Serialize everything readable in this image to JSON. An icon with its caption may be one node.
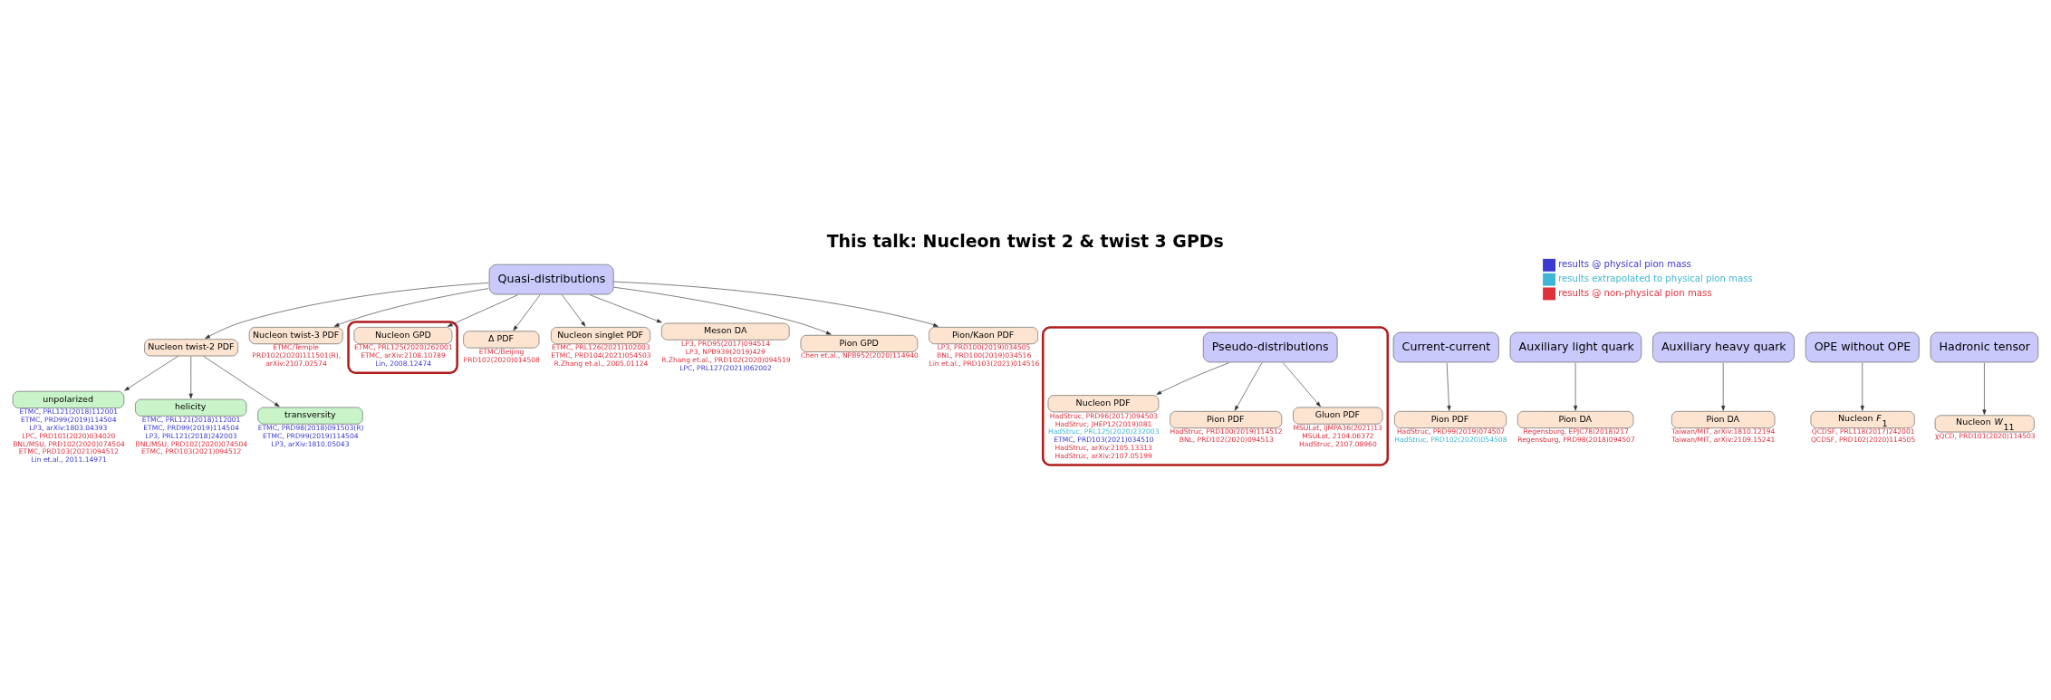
{
  "diagram": {
    "title": "This talk: Nucleon twist 2 & twist 3 GPDs",
    "nodes": [
      {
        "text": [
          "Quasi-distributions"
        ]
      },
      {
        "text": [
          "Nucleon twist-2 PDF"
        ]
      },
      {
        "text": [
          "unpolarized"
        ],
        "beside": [
          "ETMC, PRL121(2018)112001",
          "ETMC, PRD99(2019)114504",
          "LP3, arXiv:1803.04393",
          "LPC, PRD101(2020)034020",
          "BNL/MSU, PRD102(2020)074504",
          "ETMC, PRD103(2021)094512",
          "Lin et.al., 2011.14971"
        ]
      },
      {
        "text": [
          "helicity"
        ],
        "beside": [
          "ETMC, PRL121(2018)112001",
          "ETMC, PRD99(2019)114504",
          "LP3, PRL121(2018)242003",
          "BNL/MSU, PRD102(2020)074504",
          "ETMC, PRD103(2021)094512"
        ]
      },
      {
        "text": [
          "transversity"
        ],
        "beside": [
          "ETMC, PRD98(2018)091503(R)",
          "ETMC, PRD99(2019)114504",
          "LP3, arXiv:1810.05043"
        ]
      },
      {
        "text": [
          "Nucleon twist-3 PDF"
        ],
        "beside": [
          "ETMC/Temple",
          "PRD102(2020)111501(R),",
          "arXiv:2107.02574"
        ]
      },
      {
        "text": [],
        "shape": "ellipse"
      },
      {
        "text": [
          "Nucleon GPD"
        ],
        "in": 6,
        "beside": [
          "ETMC, PRL125(2020)262001",
          "ETMC, arXiv:2108.10789",
          "Lin, 2008.12474"
        ]
      },
      {
        "text": [
          "Δ PDF"
        ],
        "beside": [
          "ETMC/Beijing",
          "PRD102(2020)014508"
        ]
      },
      {
        "text": [
          "Nucleon singlet PDF"
        ],
        "beside": [
          "ETMC, PRL126(2021)102003",
          "ETMC, PRD104(2021)054503",
          "R.Zhang et.al., 2005.01124"
        ]
      },
      {
        "text": [
          "Meson DA"
        ],
        "beside": [
          "LP3, PRD95(2017)094514",
          "LP3, NPB939(2019)429",
          "R.Zhang et.al., PRD102(2020)094519",
          "LPC, PRL127(2021)062002"
        ]
      },
      {
        "text": [
          "Pion GPD"
        ],
        "beside": [
          "Chen et.al., NPB952(2020)114940"
        ]
      },
      {
        "text": [
          "Pion/Kaon PDF"
        ],
        "beside": [
          "LP3, PRD100(2019)034505",
          "BNL, PRD100(2019)034516",
          "Lin et.al., PRD103(2021)014516"
        ]
      },
      {
        "text": [],
        "shape": "ellipse"
      },
      {
        "text": [
          "Pseudo-distributions"
        ],
        "in": 13
      },
      {
        "text": [
          "Nucleon PDF"
        ],
        "in": 13,
        "beside": [
          "HadStruc, PRD96(2017)094503",
          "HadStruc, JHEP12(2019)081",
          "HadStruc, PRL125(2020)232003",
          "ETMC, PRD103(2021)034510",
          "HadStruc, arXiv:2105.13313",
          "HadStruc, arXiv:2107.05199"
        ]
      },
      {
        "text": [
          "Pion PDF"
        ],
        "in": 13,
        "beside": [
          "HadStruc, PRD100(2019)114512",
          "BNL, PRD102(2020)094513"
        ]
      },
      {
        "text": [
          "Gluon PDF"
        ],
        "in": 13,
        "beside": [
          "MSULat, IJMPA36(2021)13",
          "MSULat, 2104.06372",
          "HadStruc, 2107.08960"
        ]
      },
      {
        "text": [
          "Current-current"
        ]
      },
      {
        "text": [
          "Pion PDF"
        ],
        "beside": [
          "HadStruc, PRD99(2019)074507",
          "HadStruc, PRD102(2020)054508"
        ]
      },
      {
        "text": [
          "Auxiliary light quark"
        ]
      },
      {
        "text": [
          "Pion DA"
        ],
        "beside": [
          "Regensburg, EPJC78(2018)217",
          "Regensburg, PRD98(2018)094507"
        ]
      },
      {
        "text": [
          "Auxiliary heavy quark"
        ]
      },
      {
        "text": [
          "Pion DA"
        ],
        "beside": [
          "Taiwan/MIT, arXiv:1810.12194",
          "Taiwan/MIT, arXiv:2109.15241"
        ]
      },
      {
        "text": [
          "OPE without OPE"
        ]
      },
      {
        "text": [
          "Nucleon *F*$_{1}$"
        ],
        "beside": [
          "QCDSF, PRL118(2017)242001",
          "QCDSF, PRD102(2020)114505"
        ]
      },
      {
        "text": [
          "Hadronic tensor"
        ]
      },
      {
        "text": [
          "Nucleon *W*$_{11}$"
        ],
        "beside": [
          "χQCD, PRD101(2020)114503"
        ]
      }
    ],
    "edges": [
      {
        "from": 0,
        "to": 1,
        "arrow": "to"
      },
      {
        "from": 0,
        "to": 5,
        "arrow": "to"
      },
      {
        "from": 0,
        "to": 7,
        "arrow": "to"
      },
      {
        "from": 0,
        "to": 8,
        "arrow": "to"
      },
      {
        "from": 0,
        "to": 9,
        "arrow": "to"
      },
      {
        "from": 0,
        "to": 10,
        "arrow": "to"
      },
      {
        "from": 0,
        "to": 11,
        "arrow": "to"
      },
      {
        "from": 0,
        "to": 12,
        "arrow": "to"
      },
      {
        "from": 1,
        "to": 2,
        "arrow": "to"
      },
      {
        "from": 1,
        "to": 3,
        "arrow": "to"
      },
      {
        "from": 1,
        "to": 4,
        "arrow": "to"
      },
      {
        "from": 14,
        "to": 15,
        "arrow": "to"
      },
      {
        "from": 14,
        "to": 16,
        "arrow": "to"
      },
      {
        "from": 14,
        "to": 17,
        "arrow": "to"
      },
      {
        "from": 18,
        "to": 19,
        "arrow": "to"
      },
      {
        "from": 20,
        "to": 21,
        "arrow": "to"
      },
      {
        "from": 22,
        "to": 23,
        "arrow": "to"
      },
      {
        "from": 24,
        "to": 25,
        "arrow": "to"
      },
      {
        "from": 26,
        "to": 27,
        "arrow": "to"
      }
    ],
    "legend": [
      {
        "text": "results @ physical pion mass",
        "color": "#3a3ad0"
      },
      {
        "text": "results extrapolated to physical pion mass",
        "color": "#3fb6d6"
      },
      {
        "text": "results @ non-physical pion mass",
        "color": "#e0303c"
      }
    ]
  }
}
